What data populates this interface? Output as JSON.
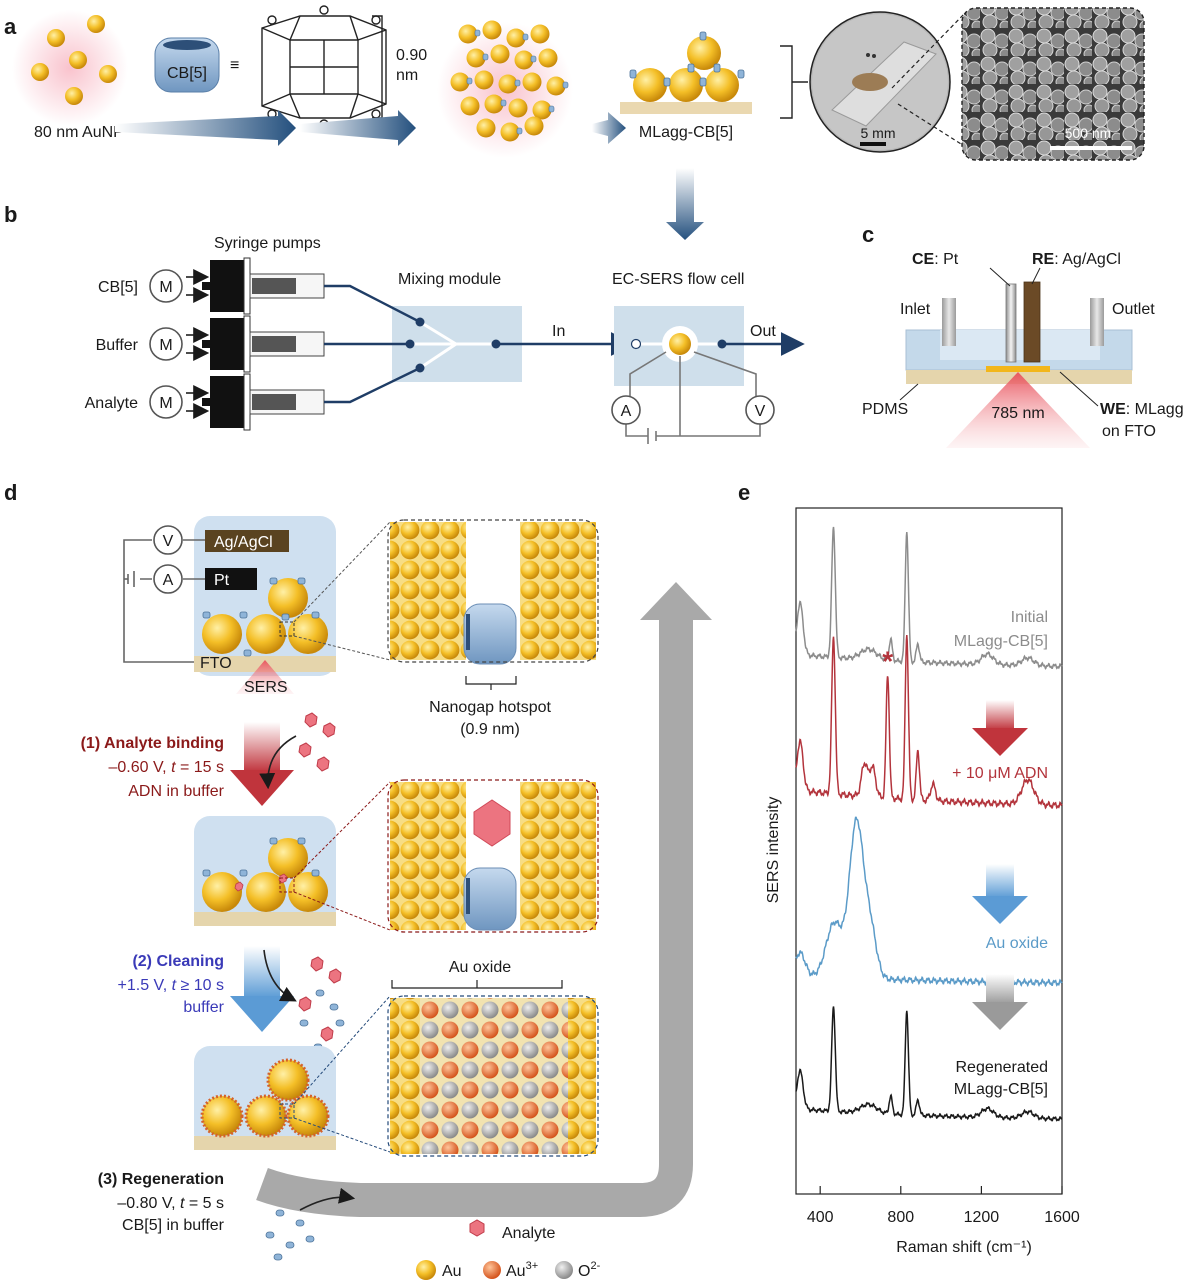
{
  "panels": {
    "a": {
      "label": "a",
      "aunp": "80 nm AuNP",
      "cb5": "CB[5]",
      "equiv": "≡",
      "size_num": "0.90",
      "size_unit": "nm",
      "mlagg": "MLagg-CB[5]",
      "scale_photo": "5 mm",
      "scale_sem": "500 nm"
    },
    "b": {
      "label": "b",
      "pumps_title": "Syringe pumps",
      "motor": "M",
      "inputs": [
        "CB[5]",
        "Buffer",
        "Analyte"
      ],
      "mixing": "Mixing module",
      "flowcell": "EC-SERS flow cell",
      "in_label": "In",
      "out_label": "Out",
      "ammeter": "A",
      "voltmeter": "V"
    },
    "c": {
      "label": "c",
      "ce_bold": "CE",
      "ce_rest": ": Pt",
      "re_bold": "RE",
      "re_rest": ": Ag/AgCl",
      "inlet": "Inlet",
      "outlet": "Outlet",
      "pdms": "PDMS",
      "laser": "785 nm",
      "we_bold": "WE",
      "we_rest": ": MLagg",
      "we_line2": "on FTO"
    },
    "d": {
      "label": "d",
      "voltmeter": "V",
      "ammeter": "A",
      "ref_electrode": "Ag/AgCl",
      "counter_electrode": "Pt",
      "substrate": "FTO",
      "sers": "SERS",
      "hotspot": "Nanogap hotspot",
      "hotspot_size": "(0.9 nm)",
      "step1_title": "(1) Analyte binding",
      "step1_line1_pre": "–0.60 V, ",
      "step1_line1_var": "t",
      "step1_line1_post": " = 15 s",
      "step1_line2": "ADN in buffer",
      "step2_title": "(2) Cleaning",
      "step2_line1_pre": "+1.5 V, ",
      "step2_line1_var": "t",
      "step2_line1_post": " ≥ 10 s",
      "step2_line2": "buffer",
      "step3_title": "(3) Regeneration",
      "step3_line1_pre": "–0.80 V, ",
      "step3_line1_var": "t",
      "step3_line1_post": " = 5 s",
      "step3_line2": "CB[5] in buffer",
      "au_oxide": "Au oxide",
      "legend_analyte": "Analyte",
      "legend_au": "Au",
      "legend_au3_base": "Au",
      "legend_au3_sup": "3+",
      "legend_o_base": "O",
      "legend_o_sup": "2-"
    }
  },
  "colors": {
    "gold": "#f2b61b",
    "gold_light": "#ffe58a",
    "cb_blue": "#8fb4d8",
    "navy": "#1f3d66",
    "step1_red": "#8b1a1a",
    "step2_blue": "#3a3ab8",
    "spectrum_gray": "#8c8c8c",
    "spectrum_red": "#b3343c",
    "spectrum_blue": "#5b9bc8",
    "spectrum_black": "#1a1a1a",
    "au3_orange": "#e8622b",
    "o2_gray": "#a8a8a8"
  },
  "chart_data": {
    "type": "line",
    "xlabel": "Raman shift (cm⁻¹)",
    "ylabel": "SERS intensity",
    "xlim": [
      280,
      1600
    ],
    "xticks": [
      400,
      800,
      1200,
      1600
    ],
    "grid": false,
    "marker": "*",
    "marker_x": 735,
    "series": [
      {
        "label_lines": [
          "Initial",
          "MLagg-CB[5]"
        ],
        "color": "#8c8c8c",
        "baseline": 0.12,
        "peaks": [
          [
            300,
            0.4,
            15
          ],
          [
            466,
            1.0,
            9
          ],
          [
            640,
            0.08,
            40
          ],
          [
            750,
            0.16,
            8
          ],
          [
            830,
            1.0,
            8
          ],
          [
            885,
            0.14,
            8
          ],
          [
            1230,
            0.08,
            30
          ],
          [
            1430,
            0.06,
            30
          ]
        ]
      },
      {
        "label_lines": [
          "+ 10 μM ADN"
        ],
        "color": "#b3343c",
        "baseline": 0.12,
        "peaks": [
          [
            300,
            0.3,
            15
          ],
          [
            466,
            0.95,
            9
          ],
          [
            620,
            0.2,
            15
          ],
          [
            660,
            0.18,
            15
          ],
          [
            735,
            0.75,
            8
          ],
          [
            830,
            1.0,
            8
          ],
          [
            885,
            0.3,
            8
          ],
          [
            960,
            0.1,
            12
          ],
          [
            1430,
            0.15,
            30
          ]
        ]
      },
      {
        "label_lines": [
          "Au oxide"
        ],
        "color": "#5b9bc8",
        "baseline": 0.06,
        "peaks": [
          [
            300,
            0.15,
            25
          ],
          [
            470,
            0.35,
            40
          ],
          [
            580,
            1.0,
            35
          ],
          [
            650,
            0.3,
            30
          ]
        ]
      },
      {
        "label_lines": [
          "Regenerated",
          "MLagg-CB[5]"
        ],
        "color": "#1a1a1a",
        "baseline": 0.12,
        "peaks": [
          [
            300,
            0.35,
            15
          ],
          [
            466,
            0.95,
            9
          ],
          [
            640,
            0.08,
            40
          ],
          [
            750,
            0.16,
            8
          ],
          [
            830,
            0.95,
            8
          ],
          [
            885,
            0.14,
            8
          ],
          [
            1230,
            0.08,
            30
          ],
          [
            1430,
            0.06,
            30
          ]
        ]
      }
    ]
  }
}
